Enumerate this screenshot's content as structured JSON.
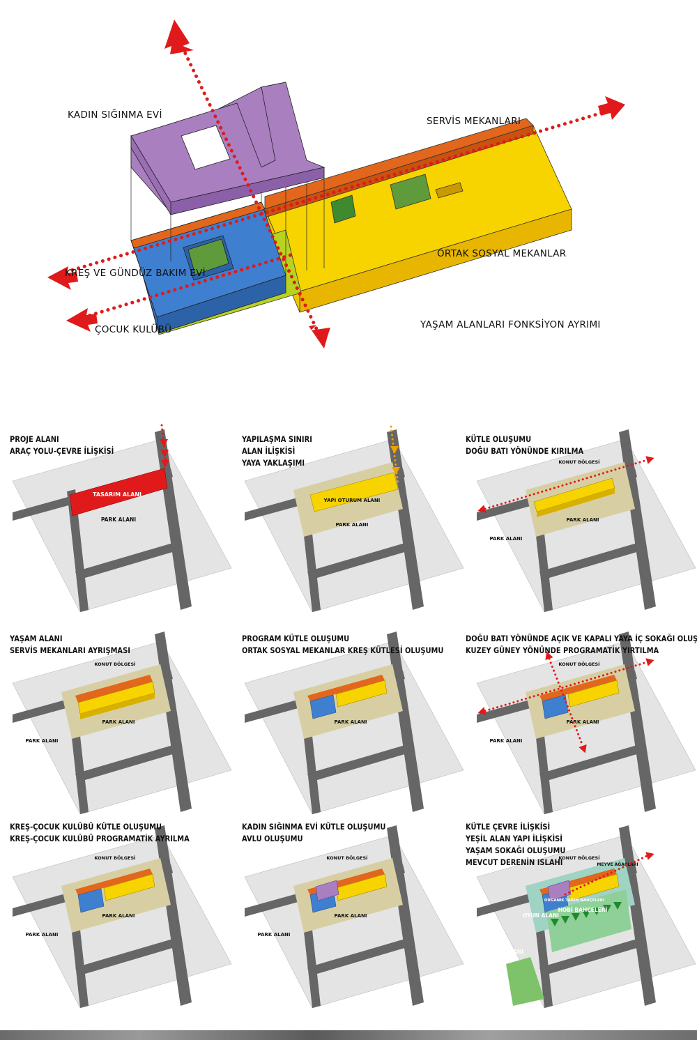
{
  "main": {
    "labels": {
      "kadin": "KADIN SIĞINMA EVİ",
      "servis": "SERVİS MEKANLARI",
      "kres": "KREŞ VE GÜNDÜZ BAKIM EVİ",
      "ortak": "ORTAK SOSYAL MEKANLAR",
      "cocuk": "ÇOCUK KULÜBÜ",
      "yasam": "YAŞAM ALANLARI FONKSİYON AYRIMI"
    },
    "colors": {
      "kadin": "#a97fc0",
      "servis": "#e2661c",
      "kres": "#3f7fd0",
      "ortak": "#f7d300",
      "cocuk": "#b8d21f",
      "courtyard": "#5f9a3b",
      "arrow": "#e01a1a"
    }
  },
  "panels": [
    {
      "title": [
        "PROJE ALANI",
        "ARAÇ YOLU-ÇEVRE İLİŞKİSİ"
      ],
      "labels": {
        "design": "TASARIM ALANI",
        "park": "PARK ALANI"
      }
    },
    {
      "title": [
        "YAPILAŞMA SINIRI",
        "ALAN İLİŞKİSİ",
        "YAYA YAKLAŞIMI"
      ],
      "labels": {
        "footprint": "YAPI OTURUM ALANI",
        "park": "PARK ALANI"
      }
    },
    {
      "title": [
        "KÜTLE OLUŞUMU",
        "DOĞU BATI YÖNÜNDE KIRILMA"
      ],
      "labels": {
        "konut": "KONUT BÖLGESİ",
        "park": "PARK ALANI",
        "park2": "PARK ALANI"
      }
    },
    {
      "title": [
        "YAŞAM ALANI",
        "SERVİS MEKANLARI AYRIŞMASI"
      ],
      "labels": {
        "konut": "KONUT BÖLGESİ",
        "park": "PARK ALANI",
        "park2": "PARK ALANI"
      }
    },
    {
      "title": [
        "PROGRAM KÜTLE OLUŞUMU",
        "ORTAK SOSYAL MEKANLAR KREŞ KÜTLESİ OLUŞUMU"
      ],
      "labels": {
        "park": "PARK ALANI"
      }
    },
    {
      "title": [
        "DOĞU BATI YÖNÜNDE AÇIK VE KAPALI YAYA İÇ SOKAĞI OLUŞUMU",
        "KUZEY GÜNEY YÖNÜNDE PROGRAMATİK YIRTILMA"
      ],
      "labels": {
        "konut": "KONUT BÖLGESİ",
        "park": "PARK ALANI",
        "park2": "PARK ALANI"
      }
    },
    {
      "title": [
        "KREŞ-ÇOCUK KULÜBÜ KÜTLE OLUŞUMU",
        "KREŞ-ÇOCUK KULÜBÜ PROGRAMATİK AYRILMA"
      ],
      "labels": {
        "konut": "KONUT BÖLGESİ",
        "park": "PARK ALANI",
        "park2": "PARK ALANI"
      }
    },
    {
      "title": [
        "KADIN SIĞINMA EVİ KÜTLE OLUŞUMU",
        "AVLU OLUŞUMU"
      ],
      "labels": {
        "konut": "KONUT BÖLGESİ",
        "park": "PARK ALANI",
        "park2": "PARK ALANI"
      }
    },
    {
      "title": [
        "KÜTLE ÇEVRE İLİŞKİSİ",
        "YEŞİL ALAN YAPI İLİŞKİSİ",
        "YAŞAM SOKAĞI OLUŞUMU",
        "MEVCUT DERENİN ISLAHI"
      ],
      "labels": {
        "konut": "KONUT BÖLGESİ",
        "meyve": "MEYVE AĞAÇLARI",
        "organik": "ORGANİK TARIM BAHÇELERİ",
        "hobi": "HOBİ BAHÇELERİ",
        "oyun": "OYUN ALANI",
        "park": "PARK ALANI"
      }
    }
  ]
}
